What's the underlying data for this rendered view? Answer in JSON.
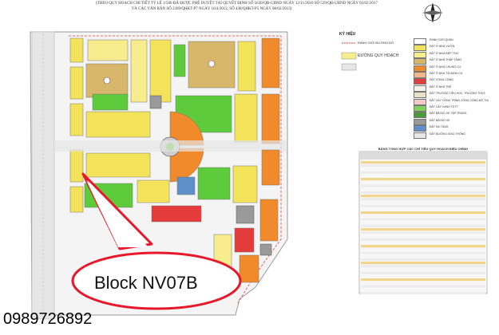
{
  "header": {
    "line1": "(THEO QUY HOẠCH CHI TIẾT TỶ LỆ 1/500 ĐÃ ĐƯỢC PHÊ DUYỆT TẠI QUYẾT ĐỊNH SỐ 5630/QĐ-UBND NGÀY 12/11/2010  SỐ 539/QĐ-UBND NGÀY 02/02/2017",
    "line2": "VÀ CÁC VĂN BẢN SỐ 2309/QHKT-P7 NGÀY 16/4/2012, SỐ 438/QHKT-P5 NGÀY 08/02/2013)"
  },
  "legend": {
    "title": "KÝ HIỆU",
    "left_items": [
      "RANH GIỚI ĐƯỜNG ĐỎ",
      "ĐƯỜNG QUY HOẠCH"
    ],
    "right_items": [
      {
        "label": "RANH GIỚI QUẬN",
        "color": "#ffffff"
      },
      {
        "label": "ĐẤT Ở NHÀ VƯỜN",
        "color": "#f2e35a"
      },
      {
        "label": "ĐẤT Ở NHÀ BIỆT THỰ",
        "color": "#f7ec8e"
      },
      {
        "label": "ĐẤT Ở NHÀ THẤP TẦNG",
        "color": "#d9b76a"
      },
      {
        "label": "ĐẤT Ở NHÀ CHUNG CƯ",
        "color": "#f08a2a"
      },
      {
        "label": "ĐẤT Ở NHÀ TÁI ĐỊNH CƯ",
        "color": "#f5b78a"
      },
      {
        "label": "ĐẤT CÔNG CỘNG",
        "color": "#e43b3b"
      },
      {
        "label": "ĐẤT Ở NHÀ TRẺ",
        "color": "#f5f2ea"
      },
      {
        "label": "ĐẤT TRƯỜNG TIỂU HỌC, TRƯỜNG THCS",
        "color": "#eadfc7"
      },
      {
        "label": "ĐẤT XÂY CÔNG TRÌNH CÔNG CỘNG ĐÔ THỊ",
        "color": "#f4c9cc"
      },
      {
        "label": "ĐẤT CÂY XANH TDTT",
        "color": "#7fd35a"
      },
      {
        "label": "ĐẤT BÃI ĐỖ XE TẬP TRUNG",
        "color": "#4a9a3a"
      },
      {
        "label": "ĐẤT BÃI ĐỖ XE",
        "color": "#9a9a9a"
      },
      {
        "label": "ĐẤT HẠ TẦNG",
        "color": "#5f8fc9"
      },
      {
        "label": "ĐẤT ĐƯỜNG GIAO THÔNG",
        "color": "#e8e8e8"
      }
    ]
  },
  "table": {
    "title": "BẢNG TỔNG HỢP CÁC CHỈ TIÊU QUY HOẠCH ĐIỀU CHỈNH"
  },
  "callout": {
    "label": "Block NV07B"
  },
  "contact": {
    "phone": "0989726892"
  },
  "colors": {
    "villa_yellow": "#f2e35a",
    "light_yellow": "#f7ec8e",
    "lowrise_tan": "#d9b76a",
    "apartment_orange": "#f08a2a",
    "green": "#5ecb3c",
    "dark_green": "#3c8c30",
    "red": "#e43b3b",
    "gray": "#9a9a9a",
    "blue": "#5f8fc9",
    "callout_red": "#e8182b"
  }
}
